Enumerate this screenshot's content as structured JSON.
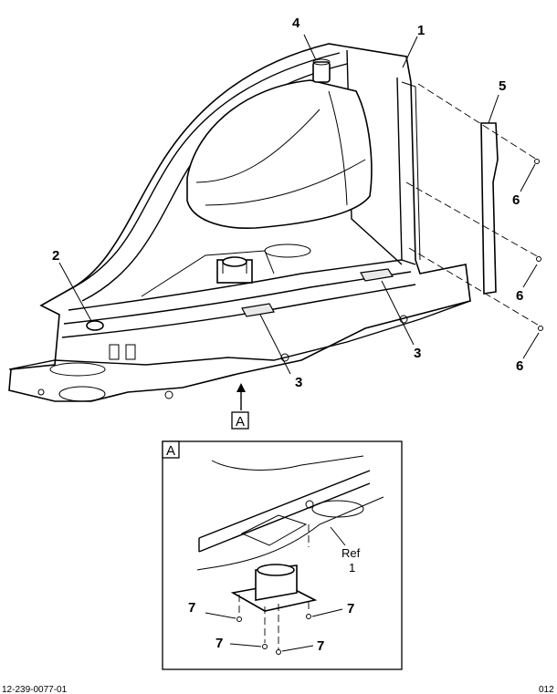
{
  "callouts": {
    "c1": "1",
    "c2": "2",
    "c3a": "3",
    "c3b": "3",
    "c4": "4",
    "c5": "5",
    "c6a": "6",
    "c6b": "6",
    "c6c": "6",
    "c7a": "7",
    "c7b": "7",
    "c7c": "7",
    "c7d": "7"
  },
  "view_marker": {
    "label": "A"
  },
  "detail_view": {
    "label": "A",
    "ref_line1": "Ref",
    "ref_line2": "1"
  },
  "footer": {
    "left": "12-239-0077-01",
    "right": "012"
  }
}
